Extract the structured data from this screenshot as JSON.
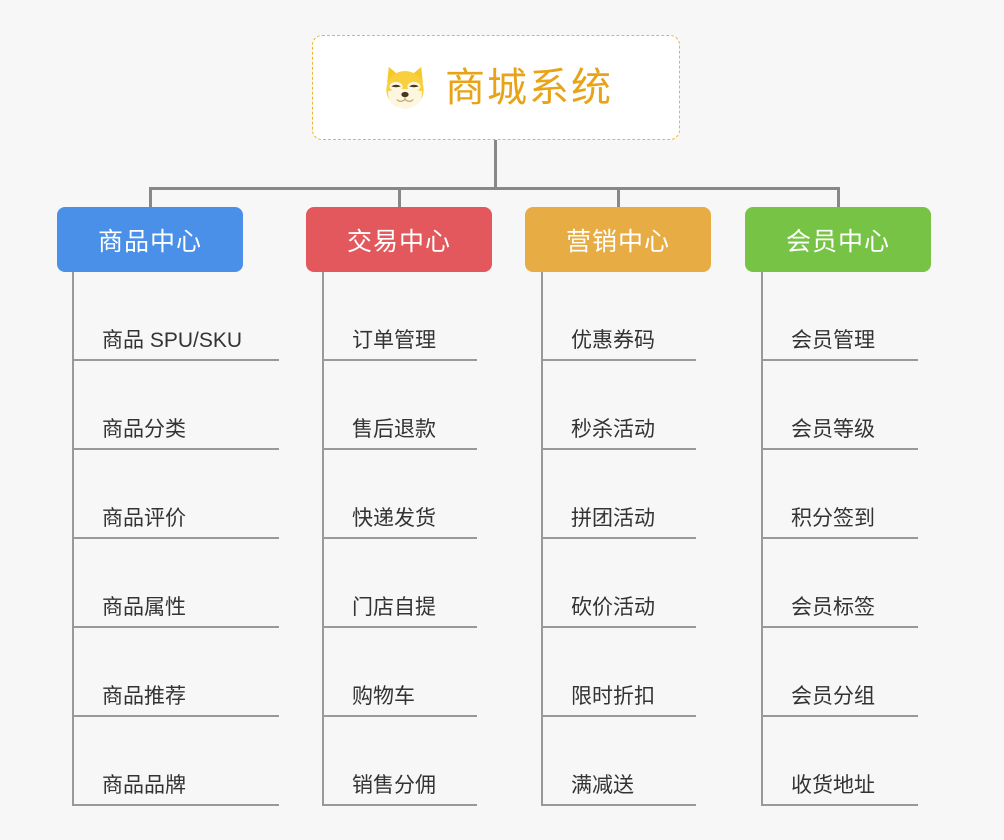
{
  "diagram": {
    "type": "mindmap",
    "background_color": "#f7f7f7",
    "root": {
      "title": "商城系统",
      "logo_icon": "shiba-dog-face-icon",
      "text_color": "#e8a317",
      "border_color": "#f0b434",
      "background_color": "#ffffff"
    },
    "connector_color": "#888888",
    "branches": [
      {
        "label": "商品中心",
        "color": "#4a90e8",
        "items": [
          "商品 SPU/SKU",
          "商品分类",
          "商品评价",
          "商品属性",
          "商品推荐",
          "商品品牌"
        ]
      },
      {
        "label": "交易中心",
        "color": "#e2585c",
        "items": [
          "订单管理",
          "售后退款",
          "快递发货",
          "门店自提",
          "购物车",
          "销售分佣"
        ]
      },
      {
        "label": "营销中心",
        "color": "#e8ac44",
        "items": [
          "优惠券码",
          "秒杀活动",
          "拼团活动",
          "砍价活动",
          "限时折扣",
          "满减送"
        ]
      },
      {
        "label": "会员中心",
        "color": "#77c345",
        "items": [
          "会员管理",
          "会员等级",
          "积分签到",
          "会员标签",
          "会员分组",
          "收货地址"
        ]
      }
    ]
  }
}
